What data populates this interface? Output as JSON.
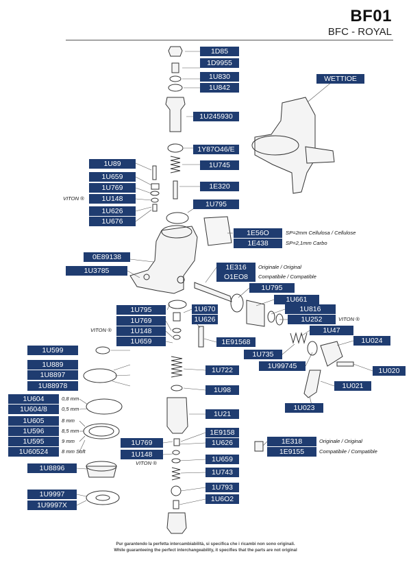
{
  "header": {
    "code": "BF01",
    "model": "BFC - ROYAL"
  },
  "parts": [
    "1D85",
    "1D9955",
    "1U830",
    "1U842",
    "1U245930",
    "WETTIOE",
    "1Y87O46/E",
    "1U89",
    "1U745",
    "1U659",
    "1E320",
    "1U769",
    "1U148",
    "1U795",
    "1U626",
    "1U676",
    "1E56O",
    "1E438",
    "0E89138",
    "1E316",
    "1U3785",
    "O1EO8",
    "1U795",
    "1U661",
    "1U795",
    "1U670",
    "1U816",
    "1U769",
    "1U626",
    "1U252",
    "1U148",
    "1U47",
    "1U659",
    "1E91568",
    "1U024",
    "1U599",
    "1U735",
    "1U889",
    "1U99745",
    "1U8897",
    "1U722",
    "1U020",
    "1U88978",
    "1U021",
    "1U98",
    "1U604",
    "1U604/8",
    "1U023",
    "1U21",
    "1U605",
    "1E9158",
    "1U596",
    "1U769",
    "1U626",
    "1E318",
    "1U595",
    "1E9155",
    "1U60524",
    "1U148",
    "1U659",
    "1U8896",
    "1U743",
    "1U793",
    "1U9997",
    "1U6O2",
    "1U9997X"
  ],
  "notes": {
    "viton": "VITON ®",
    "sp_cellulose": "SP=2mm Cellulosa / Cellulose",
    "sp_carbo": "SP=2,1mm Carbo",
    "originale": "Originale / Original",
    "compatibile": "Compatibile / Compatible",
    "mm_08": "0,8 mm",
    "mm_05": "0,5 mm",
    "mm_8": "8 mm",
    "mm_85": "8,5 mm",
    "mm_9": "9 mm",
    "mm_8soft": "8 mm Soft"
  },
  "disclaimer": {
    "it": "Pur garantendo la perfetta intercambiabilità, si specifica che i ricambi non sono originali.",
    "en": "While guaranteeing the perfect interchangeability, it specifies that the parts are not original"
  }
}
